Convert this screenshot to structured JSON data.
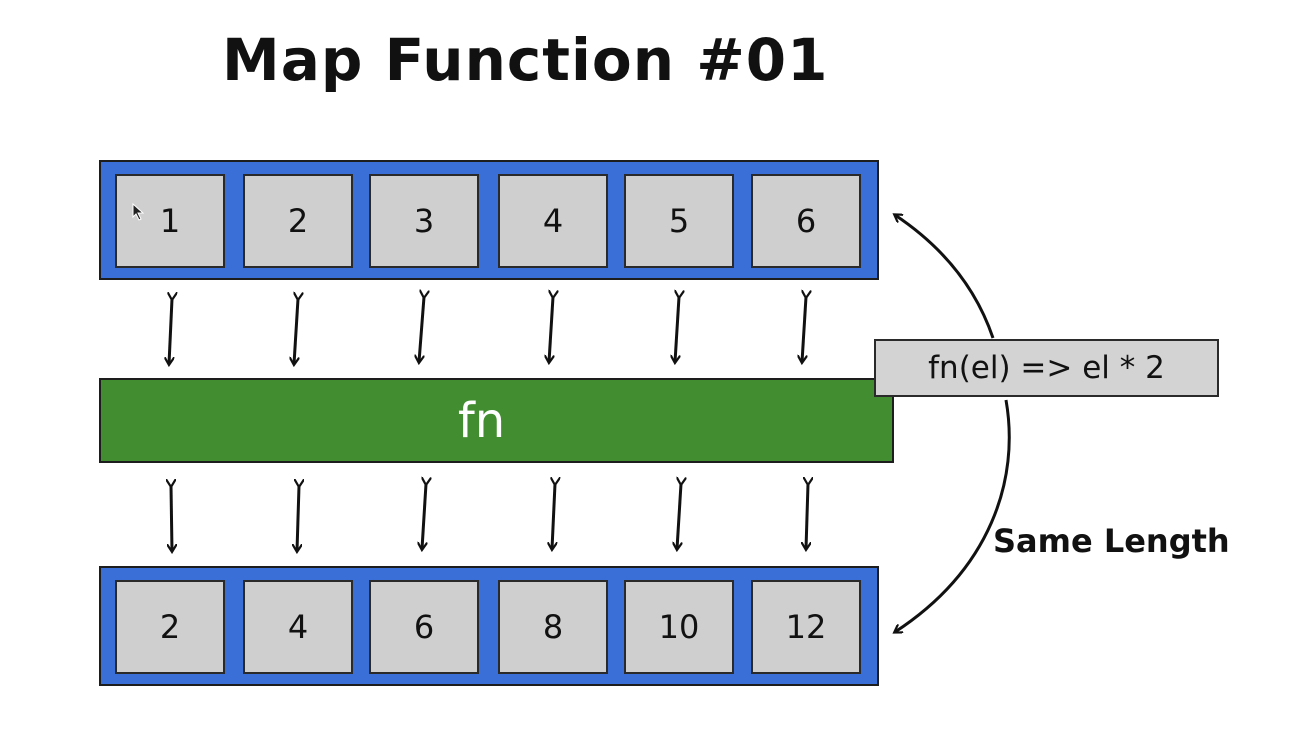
{
  "title": "Map Function #01",
  "input_values": [
    "1",
    "2",
    "3",
    "4",
    "5",
    "6"
  ],
  "output_values": [
    "2",
    "4",
    "6",
    "8",
    "10",
    "12"
  ],
  "function_bar_label": "fn",
  "function_expression": "fn(el) => el * 2",
  "annotation": "Same Length",
  "colors": {
    "array_border": "#3b6fd8",
    "cell_fill": "#cfcfcf",
    "function_bar": "#428d2f",
    "expression_box": "#d3d3d3"
  }
}
